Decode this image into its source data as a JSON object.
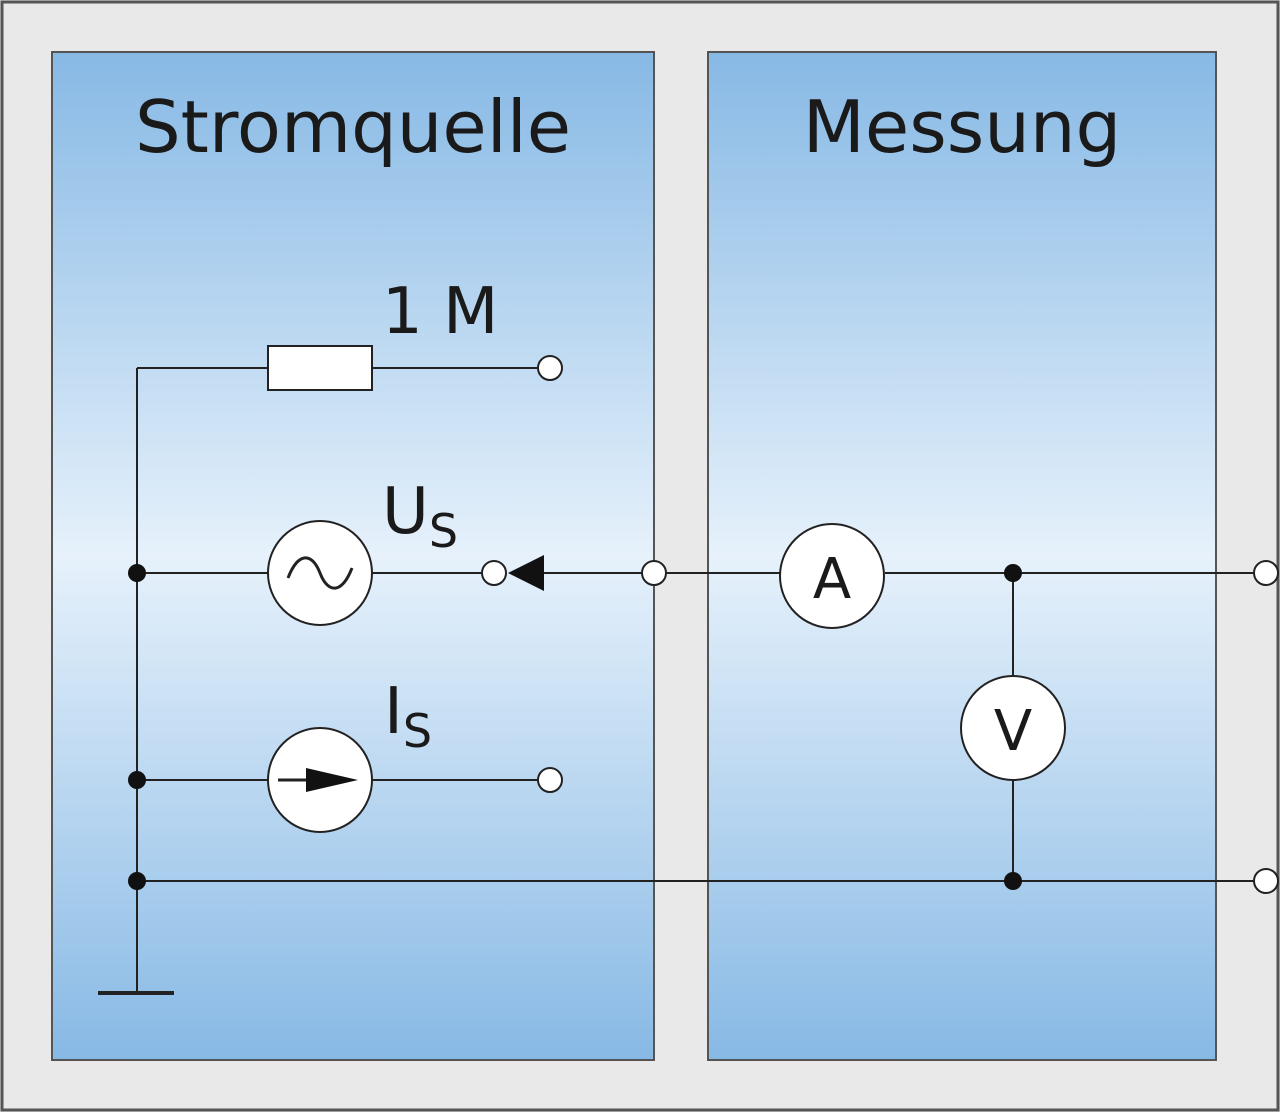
{
  "panels": {
    "left_title": "Stromquelle",
    "right_title": "Messung"
  },
  "labels": {
    "resistor": "1 M",
    "voltage_source_main": "U",
    "voltage_source_sub": "S",
    "current_source_main": "I",
    "current_source_sub": "S",
    "ammeter": "A",
    "voltmeter": "V"
  },
  "icons": {
    "ac_source": "ac-voltage-source-icon",
    "current_source": "current-source-icon",
    "resistor": "resistor-icon",
    "ground": "ground-icon"
  },
  "colors": {
    "panel_blue": "#8fbde6",
    "panel_light": "#e4f0fb",
    "frame": "#e6e6e6",
    "line": "#222222"
  }
}
